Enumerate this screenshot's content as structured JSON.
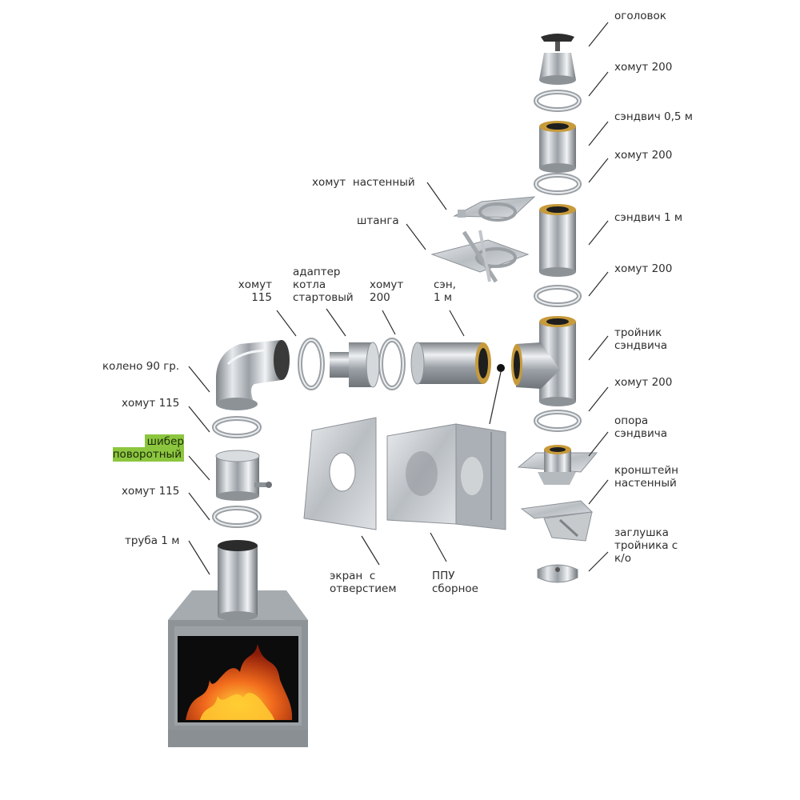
{
  "labels": {
    "cap": "оголовок",
    "clamp200_1": "хомут 200",
    "sandwich05": "сэндвич 0,5 м",
    "clamp200_2": "хомут 200",
    "sandwich1_right": "сэндвич 1 м",
    "clamp200_3": "хомут 200",
    "tee": "тройник\nсэндвича",
    "clamp200_4": "хомут 200",
    "support": "опора\nсэндвича",
    "bracket": "кронштейн\nнастенный",
    "plug": "заглушка\nтройника с\nк/о",
    "wall_clamp": "хомут  настенный",
    "rod": "штанга",
    "clamp115_top": "хомут\n115",
    "adapter": "адаптер\nкотла\nстартовый",
    "clamp200_mid": "хомут\n200",
    "sandwich1_mid": "сэн,\n1 м",
    "elbow": "колено 90 гр.",
    "clamp115_a": "хомут 115",
    "damper": "шибер\nповоротный",
    "clamp115_b": "хомут 115",
    "pipe1": "труба 1 м",
    "screen": "экран  с\nотверстием",
    "ppu": "ППУ\nсборное"
  },
  "colors": {
    "highlight": "#8cc63f",
    "steel": "#c9cdd1",
    "insulation": "#c79a3a",
    "stove": "#8e9398",
    "fire": "#f26b1d"
  }
}
